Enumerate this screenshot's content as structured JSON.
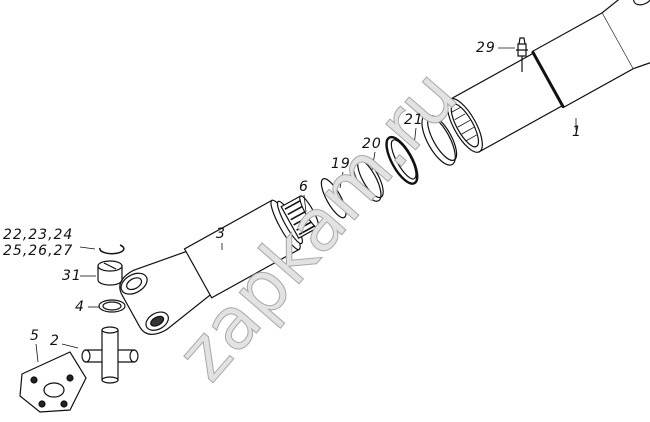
{
  "watermark": "zapkam.ru",
  "callouts": {
    "p29": "29",
    "p1": "1",
    "p21": "21",
    "p20": "20",
    "p19": "19",
    "p6": "6",
    "p3": "3",
    "p22": "22,23,24",
    "p25": "25,26,27",
    "p31": "31",
    "p4": "4",
    "p5": "5",
    "p2": "2"
  },
  "colors": {
    "line": "#111111",
    "watermark": "#bbbbbb"
  }
}
